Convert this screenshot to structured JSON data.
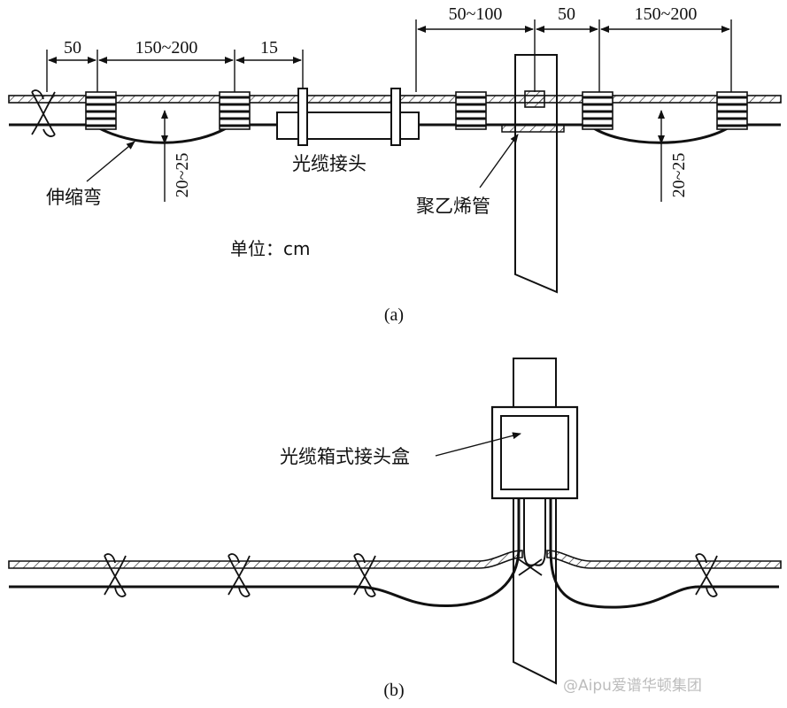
{
  "panel_a": {
    "caption": "(a)",
    "dims_top": {
      "d1": "50",
      "d2": "150~200",
      "d3": "15",
      "d4": "50~100",
      "d5": "50",
      "d6": "150~200"
    },
    "sag_left": "20~25",
    "sag_right": "20~25",
    "label_expansion_bend": "伸缩弯",
    "label_cable_joint": "光缆接头",
    "label_pe_pipe": "聚乙烯管",
    "unit_label": "单位：cm"
  },
  "panel_b": {
    "caption": "(b)",
    "label_joint_box": "光缆箱式接头盒"
  },
  "watermark": "@Aipu爱谱华顿集团"
}
